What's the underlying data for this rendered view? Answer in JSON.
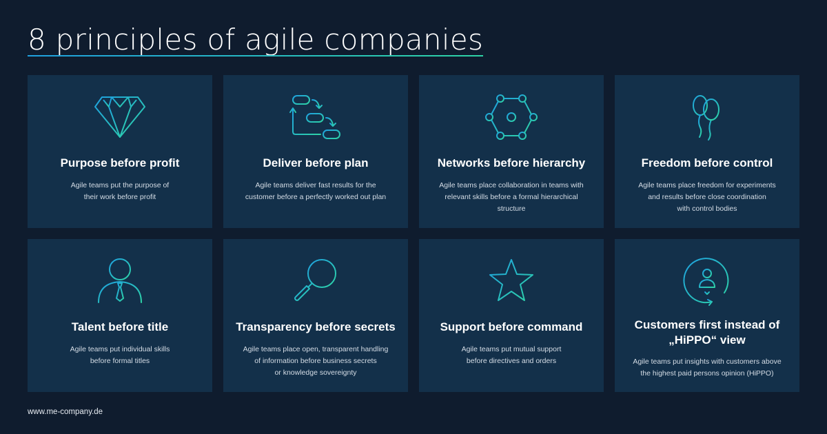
{
  "header": {
    "title": "8 principles of agile companies"
  },
  "cards": [
    {
      "title": "Purpose before profit",
      "desc_lines": [
        "Agile teams put the purpose of",
        "their work before profit"
      ],
      "icon": "diamond-icon"
    },
    {
      "title": "Deliver before plan",
      "desc_lines": [
        "Agile teams deliver fast results for the",
        "customer before a perfectly worked out plan"
      ],
      "icon": "flow-steps-icon"
    },
    {
      "title": "Networks before hierarchy",
      "desc_lines": [
        "Agile teams place collaboration in teams with",
        "relevant skills before a formal hierarchical",
        "structure"
      ],
      "icon": "network-icon"
    },
    {
      "title": "Freedom before control",
      "desc_lines": [
        "Agile teams place freedom for experiments",
        "and results before close coordination",
        "with control bodies"
      ],
      "icon": "balloons-icon"
    },
    {
      "title": "Talent before title",
      "desc_lines": [
        "Agile teams put individual skills",
        "before formal titles"
      ],
      "icon": "person-tie-icon"
    },
    {
      "title": "Transparency before secrets",
      "desc_lines": [
        "Agile teams place open, transparent handling",
        "of information before business secrets",
        "or knowledge sovereignty"
      ],
      "icon": "magnifier-icon"
    },
    {
      "title": "Support before command",
      "desc_lines": [
        "Agile teams put mutual support",
        "before directives and orders"
      ],
      "icon": "star-icon"
    },
    {
      "title_lines": [
        "Customers first instead of",
        "„HiPPO“ view"
      ],
      "desc_lines": [
        "Agile teams put insights with customers above",
        "the highest paid persons opinion (HiPPO)"
      ],
      "icon": "customer-circle-icon"
    }
  ],
  "footer": {
    "url": "www.me-company.de"
  },
  "colors": {
    "background": "#0f1c2e",
    "card": "#13304a",
    "accent_blue": "#1fa1e0",
    "accent_green": "#2ed4a6"
  }
}
